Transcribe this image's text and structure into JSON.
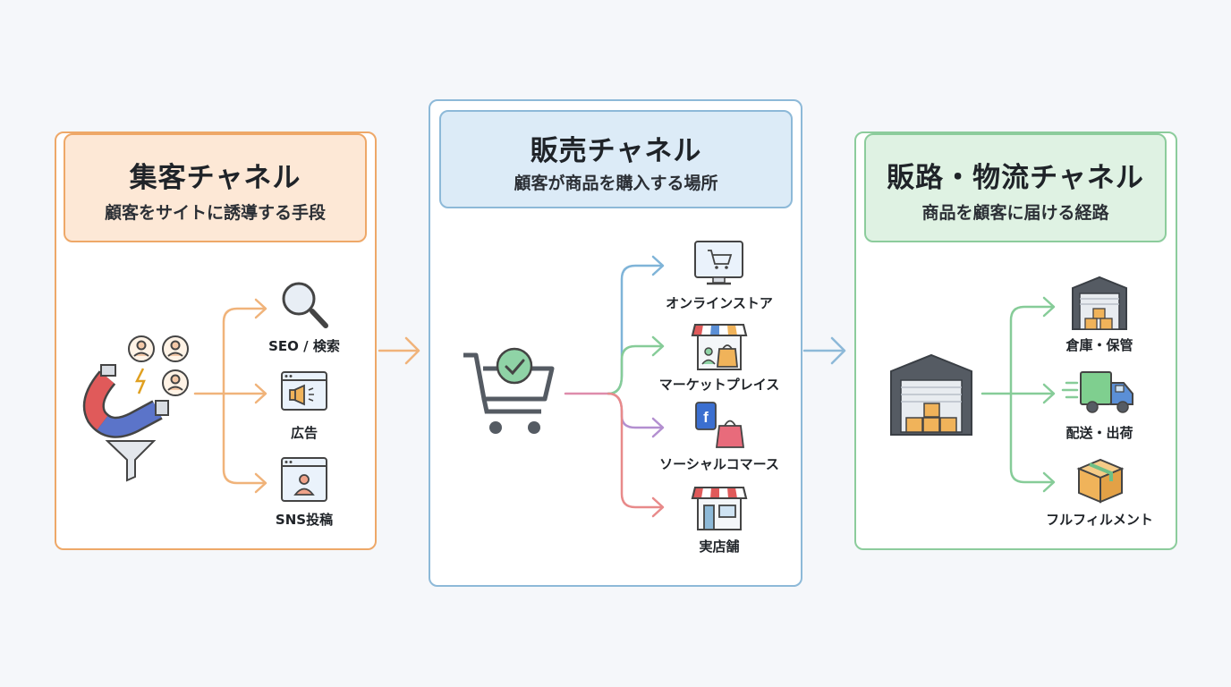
{
  "panels": {
    "acquisition": {
      "title": "集客チャネル",
      "subtitle": "顧客をサイトに誘導する手段",
      "color": "#eea868",
      "header_fill": "#fde8d6",
      "items": [
        {
          "label": "SEO / 検索",
          "icon": "magnifier-icon"
        },
        {
          "label": "広告",
          "icon": "megaphone-icon"
        },
        {
          "label": "SNS投稿",
          "icon": "social-post-icon"
        }
      ],
      "source_icon": "magnet-funnel-icon"
    },
    "sales": {
      "title": "販売チャネル",
      "subtitle": "顧客が商品を購入する場所",
      "color": "#8db9d8",
      "header_fill": "#dcebf7",
      "items": [
        {
          "label": "オンラインストア",
          "icon": "monitor-cart-icon"
        },
        {
          "label": "マーケットプレイス",
          "icon": "marketplace-shop-icon"
        },
        {
          "label": "ソーシャルコマース",
          "icon": "social-commerce-icon"
        },
        {
          "label": "実店舗",
          "icon": "physical-store-icon"
        }
      ],
      "source_icon": "shopping-cart-check-icon"
    },
    "logistics": {
      "title": "販路・物流チャネル",
      "subtitle": "商品を顧客に届ける経路",
      "color": "#8ccc9c",
      "header_fill": "#dff2e3",
      "items": [
        {
          "label": "倉庫・保管",
          "icon": "warehouse-boxes-icon"
        },
        {
          "label": "配送・出荷",
          "icon": "delivery-truck-icon"
        },
        {
          "label": "フルフィルメント",
          "icon": "package-box-icon"
        }
      ],
      "source_icon": "warehouse-icon"
    }
  },
  "branch_colors": {
    "acquisition": "#f0b37a",
    "sales": [
      "#7fb4d8",
      "#86cc98",
      "#b38fd0",
      "#e88a8a"
    ],
    "sales_source": "#de8cab",
    "logistics": "#86cc98",
    "between_1": "#f0b37a",
    "between_2": "#8db9d8"
  }
}
